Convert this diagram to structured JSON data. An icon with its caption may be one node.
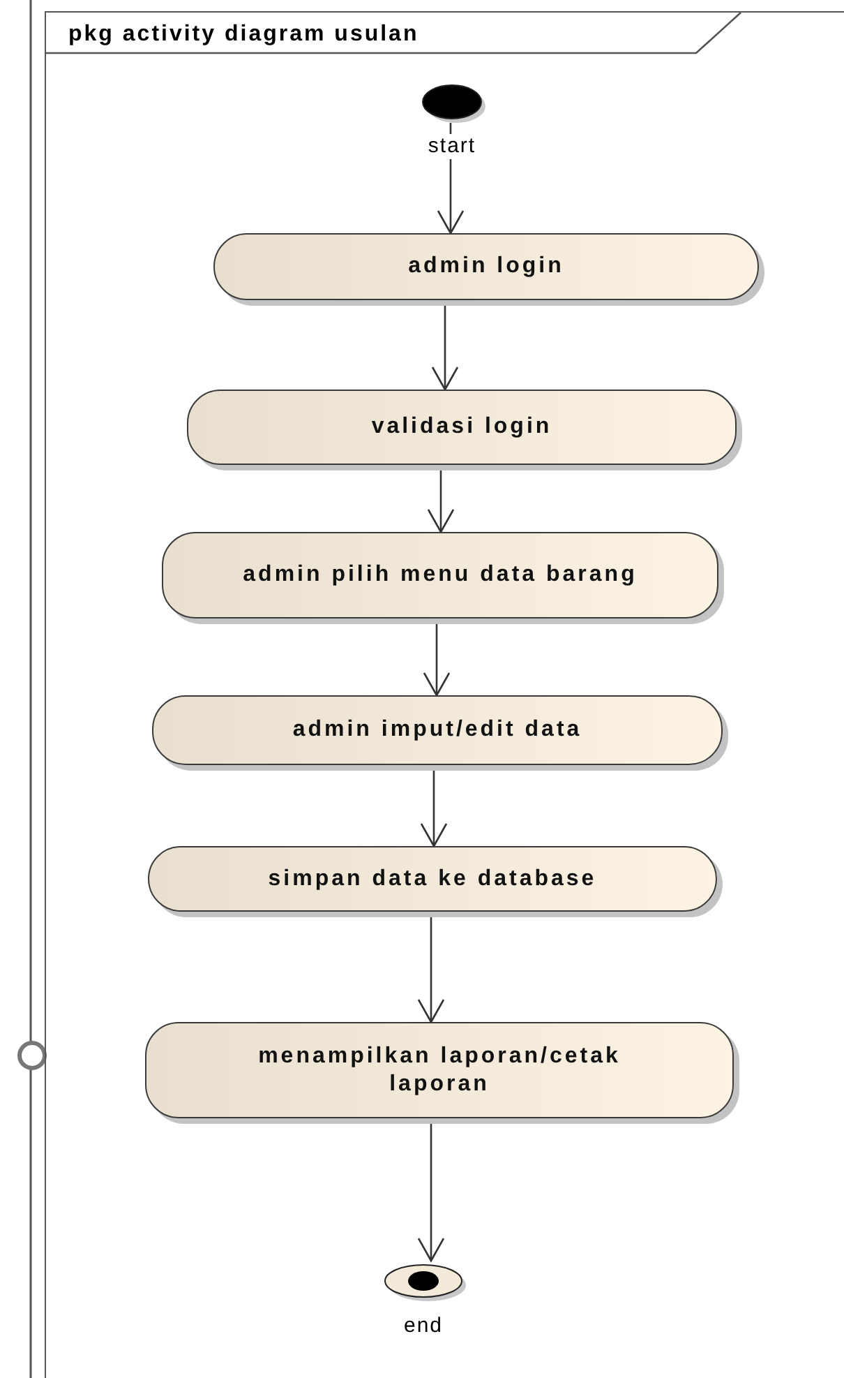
{
  "diagram": {
    "nodes": [
      {
        "text": [
          "pkg activity diagram usulan"
        ]
      },
      {
        "text": [],
        "shape": "circle",
        "in": 0,
        "beside": [
          "start"
        ]
      },
      {
        "text": [
          "admin login"
        ],
        "in": 0
      },
      {
        "text": [
          "validasi login"
        ],
        "in": 0
      },
      {
        "text": [
          "admin pilih menu data barang"
        ],
        "in": 0
      },
      {
        "text": [
          "admin imput/edit data"
        ],
        "in": 0
      },
      {
        "text": [
          "simpan data ke database"
        ],
        "in": 0
      },
      {
        "text": [
          "menampilkan laporan/cetak laporan"
        ],
        "in": 0
      },
      {
        "text": [],
        "shape": "circle",
        "in": 0,
        "beside": [
          "end"
        ]
      }
    ],
    "edges": [
      {
        "from": 1,
        "to": 2,
        "arrow": "to"
      },
      {
        "from": 2,
        "to": 3,
        "arrow": "to"
      },
      {
        "from": 3,
        "to": 4,
        "arrow": "to"
      },
      {
        "from": 4,
        "to": 5,
        "arrow": "to"
      },
      {
        "from": 5,
        "to": 6,
        "arrow": "to"
      },
      {
        "from": 6,
        "to": 7,
        "arrow": "to"
      },
      {
        "from": 7,
        "to": 8,
        "arrow": "to"
      }
    ]
  }
}
